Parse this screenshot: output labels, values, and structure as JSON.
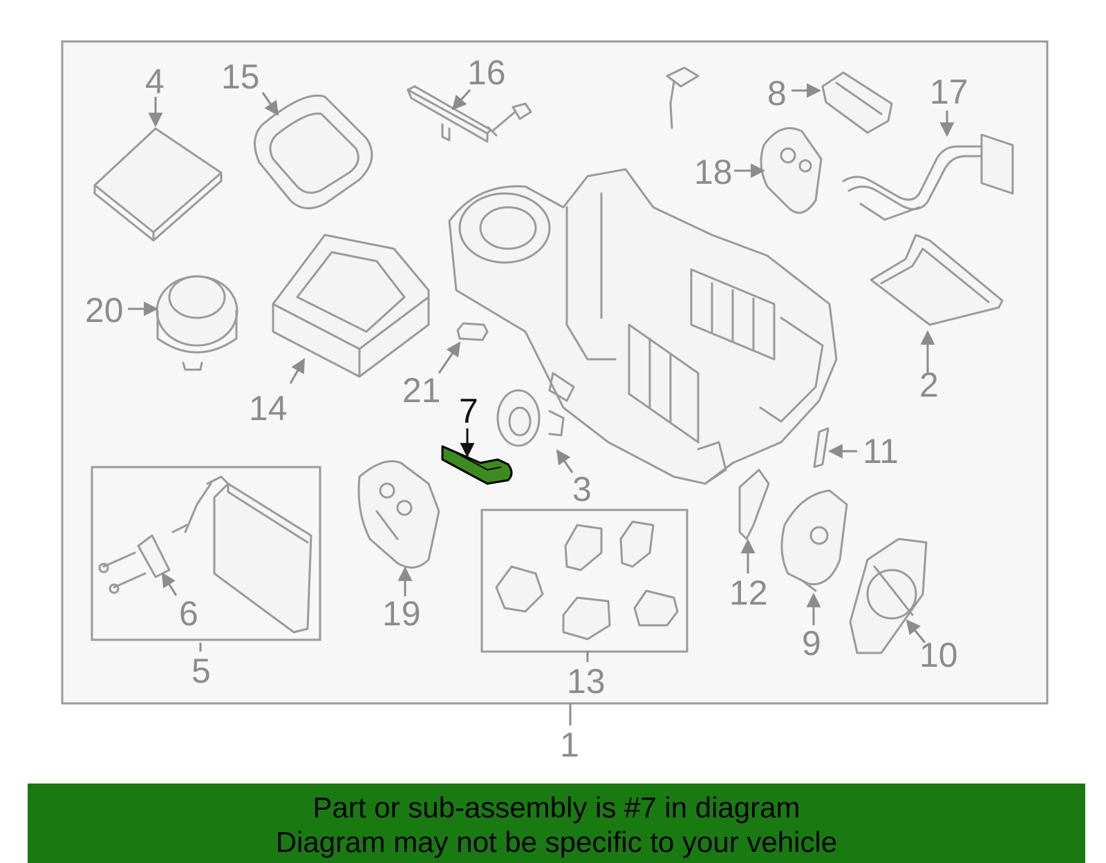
{
  "diagram": {
    "highlight_color": "#3d8a1e",
    "callouts": [
      "1",
      "2",
      "3",
      "4",
      "5",
      "6",
      "7",
      "8",
      "9",
      "10",
      "11",
      "12",
      "13",
      "14",
      "15",
      "16",
      "17",
      "18",
      "19",
      "20",
      "21"
    ],
    "highlighted_callout": "7"
  },
  "banner": {
    "color": "#1a7a12",
    "line1": "Part or sub-assembly is #7 in diagram",
    "line2": "Diagram may not be specific to your vehicle"
  }
}
